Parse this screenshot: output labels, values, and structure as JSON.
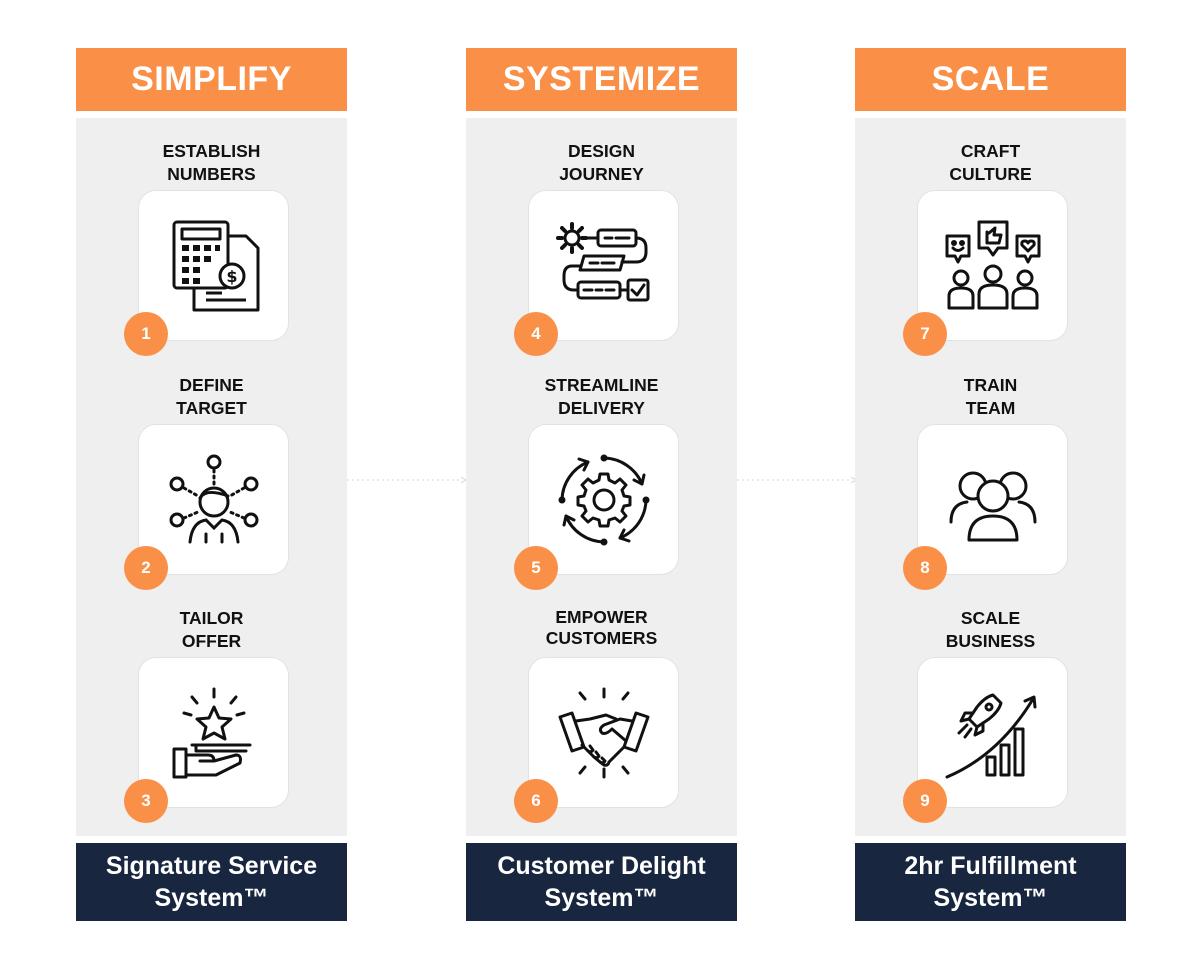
{
  "columns": [
    {
      "header": "SIMPLIFY",
      "footer": [
        "Signature Service",
        "System™"
      ],
      "steps": [
        {
          "title": [
            "ESTABLISH",
            "NUMBERS"
          ],
          "number": "1",
          "icon": "calculator-invoice-icon"
        },
        {
          "title": [
            "DEFINE",
            "TARGET"
          ],
          "number": "2",
          "icon": "target-customer-icon"
        },
        {
          "title": [
            "TAILOR",
            "OFFER"
          ],
          "number": "3",
          "icon": "star-offer-hand-icon"
        }
      ]
    },
    {
      "header": "SYSTEMIZE",
      "footer": [
        "Customer Delight",
        "System™"
      ],
      "steps": [
        {
          "title": [
            "DESIGN",
            "JOURNEY"
          ],
          "number": "4",
          "icon": "process-flow-icon"
        },
        {
          "title": [
            "STREAMLINE",
            "DELIVERY"
          ],
          "number": "5",
          "icon": "gear-cycle-icon"
        },
        {
          "title": [
            "EMPOWER",
            "CUSTOMERS"
          ],
          "number": "6",
          "icon": "handshake-icon"
        }
      ]
    },
    {
      "header": "SCALE",
      "footer": [
        "2hr Fulfillment",
        "System™"
      ],
      "steps": [
        {
          "title": [
            "CRAFT",
            "CULTURE"
          ],
          "number": "7",
          "icon": "team-feedback-icon"
        },
        {
          "title": [
            "TRAIN",
            "TEAM"
          ],
          "number": "8",
          "icon": "team-group-icon"
        },
        {
          "title": [
            "SCALE",
            "BUSINESS"
          ],
          "number": "9",
          "icon": "rocket-growth-icon"
        }
      ]
    }
  ],
  "colors": {
    "header": "#fa8f47",
    "footer": "#182640",
    "panel": "#efefef",
    "badge": "#fa8f47"
  }
}
